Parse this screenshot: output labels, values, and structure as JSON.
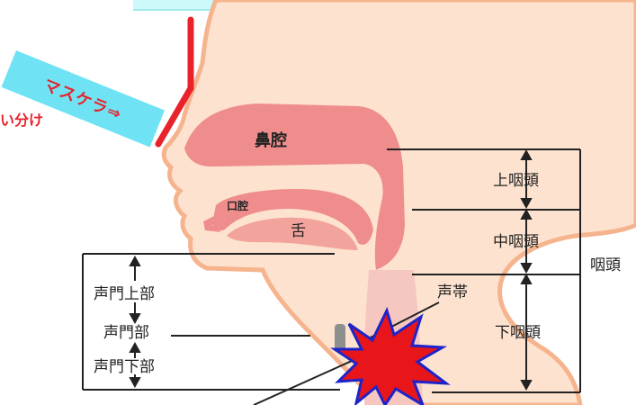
{
  "header_banner": "",
  "tag": {
    "text": "マスケラ⇒"
  },
  "side_note": "い分け",
  "labels": {
    "nasal_cavity": "鼻腔",
    "oral_cavity": "口腔",
    "tongue": "舌",
    "epipharynx": "上咽頭",
    "mesopharynx": "中咽頭",
    "hypopharynx": "下咽頭",
    "pharynx": "咽頭",
    "vocal_cords": "声帯",
    "supraglottis": "声門上部",
    "glottis": "声門部",
    "subglottis": "声門下部"
  },
  "colors": {
    "skin": "#fde3cf",
    "outline": "#f6b48e",
    "cavity": "#ef8d8d",
    "throat": "#f6c7c0",
    "tag_bg": "#6fe3f4",
    "accent_red": "#e8232b",
    "burst": "#e8151b",
    "burst_edge": "#1e24c9"
  }
}
